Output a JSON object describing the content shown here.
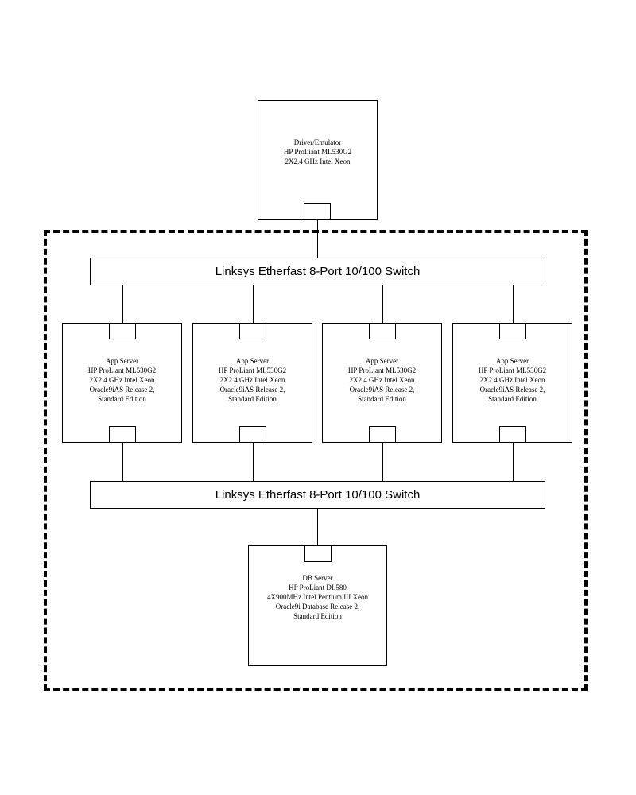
{
  "driver": {
    "lines": [
      "Driver/Emulator",
      "HP ProLiant ML530G2",
      "2X2.4 GHz Intel Xeon"
    ]
  },
  "switches": {
    "top": "Linksys Etherfast 8-Port 10/100 Switch",
    "bottom": "Linksys Etherfast 8-Port 10/100 Switch"
  },
  "app_servers": [
    {
      "lines": [
        "App Server",
        "HP ProLiant ML530G2",
        "2X2.4 GHz Intel Xeon",
        "Oracle9iAS Release 2,",
        "Standard Edition"
      ]
    },
    {
      "lines": [
        "App Server",
        "HP ProLiant ML530G2",
        "2X2.4 GHz Intel Xeon",
        "Oracle9iAS Release 2,",
        "Standard Edition"
      ]
    },
    {
      "lines": [
        "App Server",
        "HP ProLiant ML530G2",
        "2X2.4 GHz Intel Xeon",
        "Oracle9iAS Release 2,",
        "Standard Edition"
      ]
    },
    {
      "lines": [
        "App Server",
        "HP ProLiant ML530G2",
        "2X2.4 GHz Intel Xeon",
        "Oracle9iAS Release 2,",
        "Standard Edition"
      ]
    }
  ],
  "db_server": {
    "lines": [
      "DB Server",
      "HP ProLiant DL580",
      "4X900MHz Intel Pentium III Xeon",
      "Oracle9i Database Release 2,",
      "Standard Edition"
    ]
  }
}
